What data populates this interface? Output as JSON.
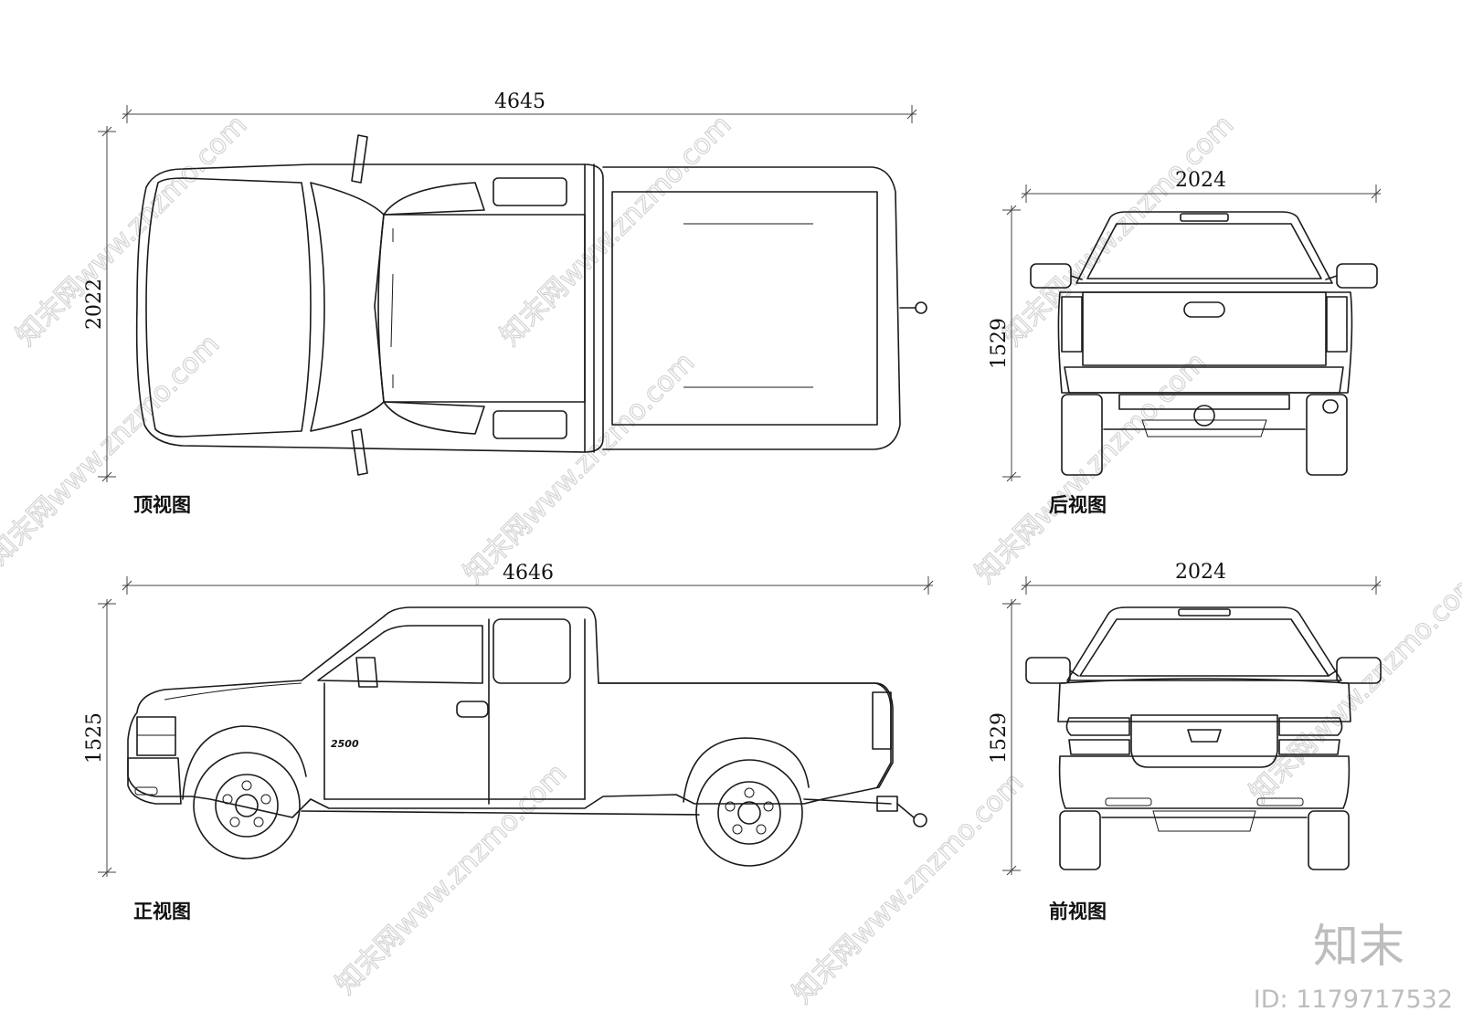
{
  "views": {
    "top": {
      "caption": "顶视图",
      "length": "4645",
      "width": "2022"
    },
    "rear": {
      "caption": "后视图",
      "width": "2024",
      "height": "1529"
    },
    "side": {
      "caption": "正视图",
      "length": "4646",
      "height": "1525"
    },
    "front": {
      "caption": "前视图",
      "width": "2024",
      "height": "1529"
    }
  },
  "badge": "2500",
  "watermark": {
    "text": "知末网www.znzmo.com",
    "logo": "知末",
    "id": "ID: 1179717532"
  }
}
